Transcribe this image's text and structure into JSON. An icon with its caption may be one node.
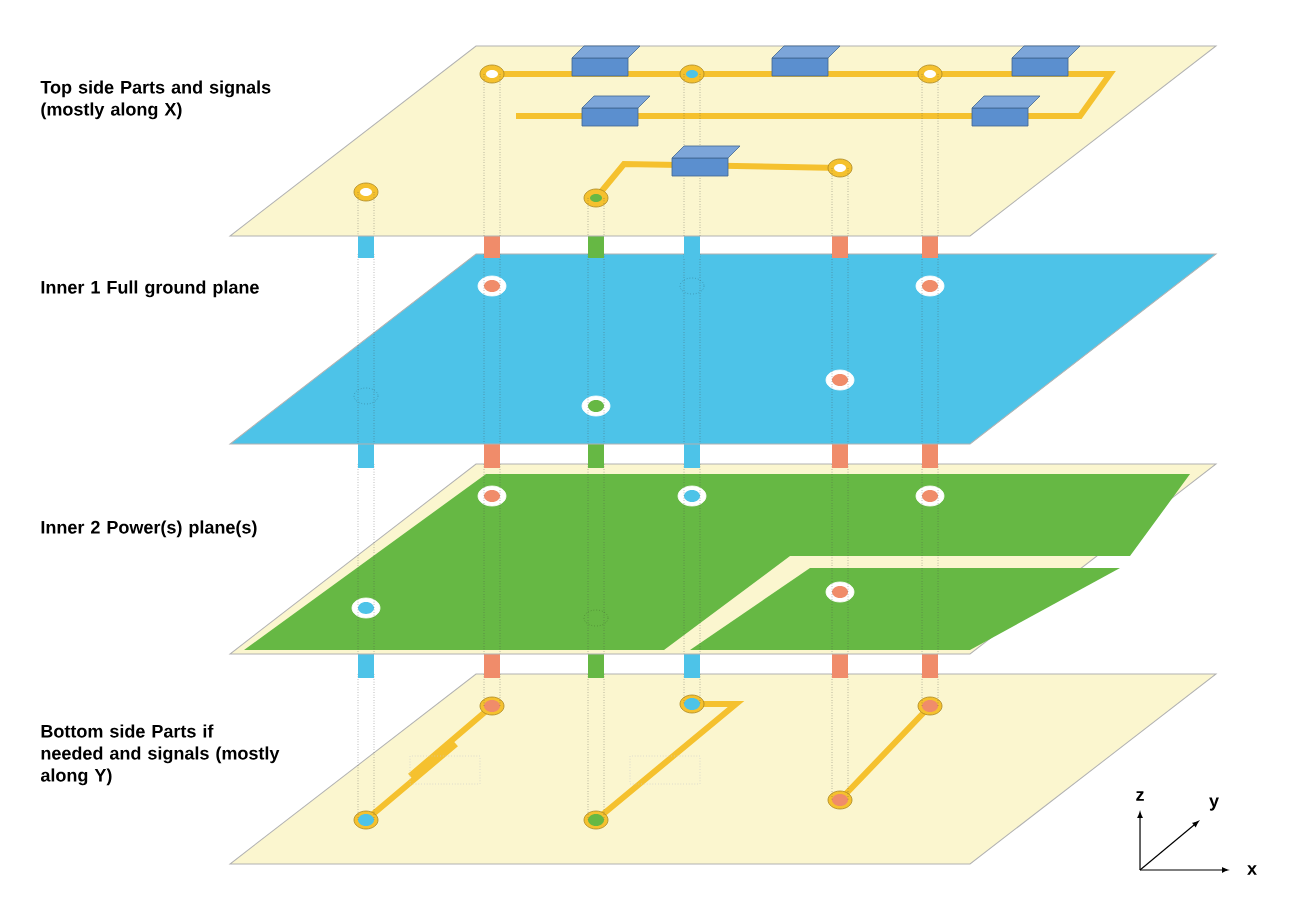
{
  "diagram": {
    "nodes": [
      {
        "text": [
          "Top side Parts and signals (mostly along X)"
        ]
      },
      {
        "text": [
          "Inner 1 Full ground plane"
        ]
      },
      {
        "text": [
          "Inner 2 Power(s) plane(s)"
        ]
      },
      {
        "text": [
          "Bottom side Parts if needed and signals (mostly along Y)"
        ]
      }
    ],
    "labels": [
      "z",
      "y",
      "x"
    ]
  }
}
